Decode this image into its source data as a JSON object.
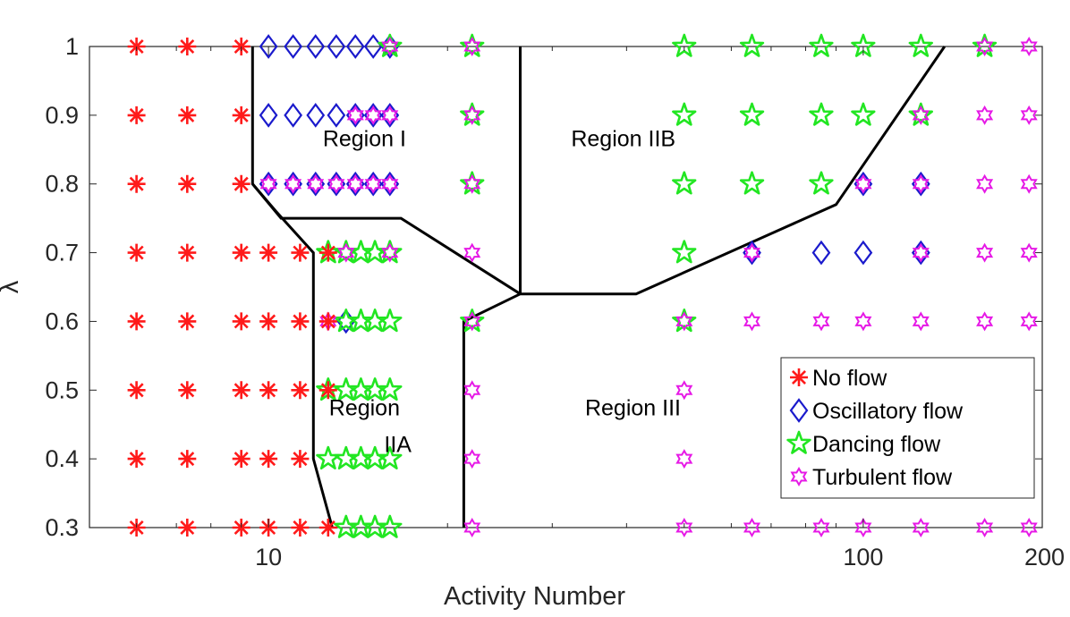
{
  "chart_data": {
    "type": "scatter",
    "title": "",
    "xlabel": "Activity Number",
    "ylabel": "λ",
    "xscale": "log",
    "xlim": [
      5,
      200
    ],
    "ylim": [
      0.3,
      1.0
    ],
    "xticks": [
      10,
      100,
      200
    ],
    "xtick_labels": [
      "10",
      "100",
      "200"
    ],
    "yticks": [
      0.3,
      0.4,
      0.5,
      0.6,
      0.7,
      0.8,
      0.9,
      1.0
    ],
    "ytick_labels": [
      "0.3",
      "0.4",
      "0.5",
      "0.6",
      "0.7",
      "0.8",
      "0.9",
      "1"
    ],
    "grid": false,
    "legend_position": "bottom-right",
    "colors": {
      "no_flow": "#ff1a1a",
      "oscillatory": "#1a1acc",
      "dancing": "#22e622",
      "turbulent": "#e619e6",
      "boundary": "#000000",
      "axis": "#262626"
    },
    "series": [
      {
        "name": "No flow",
        "marker": "asterisk",
        "points": [
          [
            6,
            1.0
          ],
          [
            7.3,
            1.0
          ],
          [
            9,
            1.0
          ],
          [
            6,
            0.9
          ],
          [
            7.3,
            0.9
          ],
          [
            9,
            0.9
          ],
          [
            6,
            0.8
          ],
          [
            7.3,
            0.8
          ],
          [
            9,
            0.8
          ],
          [
            6,
            0.7
          ],
          [
            7.3,
            0.7
          ],
          [
            9,
            0.7
          ],
          [
            10,
            0.7
          ],
          [
            11.3,
            0.7
          ],
          [
            12.6,
            0.7
          ],
          [
            6,
            0.6
          ],
          [
            7.3,
            0.6
          ],
          [
            9,
            0.6
          ],
          [
            10,
            0.6
          ],
          [
            11.3,
            0.6
          ],
          [
            12.6,
            0.6
          ],
          [
            6,
            0.5
          ],
          [
            7.3,
            0.5
          ],
          [
            9,
            0.5
          ],
          [
            10,
            0.5
          ],
          [
            11.3,
            0.5
          ],
          [
            12.6,
            0.5
          ],
          [
            6,
            0.4
          ],
          [
            7.3,
            0.4
          ],
          [
            9,
            0.4
          ],
          [
            10,
            0.4
          ],
          [
            11.3,
            0.4
          ],
          [
            6,
            0.3
          ],
          [
            7.3,
            0.3
          ],
          [
            9,
            0.3
          ],
          [
            10,
            0.3
          ],
          [
            11.3,
            0.3
          ],
          [
            12.6,
            0.3
          ]
        ]
      },
      {
        "name": "Oscillatory flow",
        "marker": "diamond",
        "points": [
          [
            10,
            1.0
          ],
          [
            11,
            1.0
          ],
          [
            12,
            1.0
          ],
          [
            13,
            1.0
          ],
          [
            14,
            1.0
          ],
          [
            15,
            1.0
          ],
          [
            16,
            1.0
          ],
          [
            10,
            0.9
          ],
          [
            11,
            0.9
          ],
          [
            12,
            0.9
          ],
          [
            13,
            0.9
          ],
          [
            14,
            0.9
          ],
          [
            15,
            0.9
          ],
          [
            16,
            0.9
          ],
          [
            10,
            0.8
          ],
          [
            11,
            0.8
          ],
          [
            12,
            0.8
          ],
          [
            13,
            0.8
          ],
          [
            14,
            0.8
          ],
          [
            15,
            0.8
          ],
          [
            16,
            0.8
          ],
          [
            13.5,
            0.6
          ],
          [
            100,
            0.8
          ],
          [
            125,
            0.8
          ],
          [
            65,
            0.7
          ],
          [
            85,
            0.7
          ],
          [
            100,
            0.7
          ],
          [
            125,
            0.7
          ]
        ]
      },
      {
        "name": "Dancing flow",
        "marker": "pentagram",
        "points": [
          [
            16,
            1.0
          ],
          [
            22,
            1.0
          ],
          [
            50,
            1.0
          ],
          [
            65,
            1.0
          ],
          [
            85,
            1.0
          ],
          [
            100,
            1.0
          ],
          [
            125,
            1.0
          ],
          [
            160,
            1.0
          ],
          [
            22,
            0.9
          ],
          [
            50,
            0.9
          ],
          [
            65,
            0.9
          ],
          [
            85,
            0.9
          ],
          [
            100,
            0.9
          ],
          [
            125,
            0.9
          ],
          [
            22,
            0.8
          ],
          [
            50,
            0.8
          ],
          [
            65,
            0.8
          ],
          [
            85,
            0.8
          ],
          [
            12.6,
            0.7
          ],
          [
            13.5,
            0.7
          ],
          [
            14.3,
            0.7
          ],
          [
            15.1,
            0.7
          ],
          [
            16,
            0.7
          ],
          [
            50,
            0.7
          ],
          [
            13.5,
            0.6
          ],
          [
            14.3,
            0.6
          ],
          [
            15.1,
            0.6
          ],
          [
            16,
            0.6
          ],
          [
            22,
            0.6
          ],
          [
            50,
            0.6
          ],
          [
            12.6,
            0.5
          ],
          [
            13.5,
            0.5
          ],
          [
            14.3,
            0.5
          ],
          [
            15.1,
            0.5
          ],
          [
            16,
            0.5
          ],
          [
            12.6,
            0.4
          ],
          [
            13.5,
            0.4
          ],
          [
            14.3,
            0.4
          ],
          [
            15.1,
            0.4
          ],
          [
            16,
            0.4
          ],
          [
            13.5,
            0.3
          ],
          [
            14.3,
            0.3
          ],
          [
            15.1,
            0.3
          ],
          [
            16,
            0.3
          ]
        ]
      },
      {
        "name": "Turbulent flow",
        "marker": "hexagram",
        "points": [
          [
            16,
            1.0
          ],
          [
            22,
            1.0
          ],
          [
            160,
            1.0
          ],
          [
            190,
            1.0
          ],
          [
            14,
            0.9
          ],
          [
            15,
            0.9
          ],
          [
            16,
            0.9
          ],
          [
            22,
            0.9
          ],
          [
            125,
            0.9
          ],
          [
            160,
            0.9
          ],
          [
            190,
            0.9
          ],
          [
            10,
            0.8
          ],
          [
            11,
            0.8
          ],
          [
            12,
            0.8
          ],
          [
            13,
            0.8
          ],
          [
            14,
            0.8
          ],
          [
            15,
            0.8
          ],
          [
            16,
            0.8
          ],
          [
            22,
            0.8
          ],
          [
            100,
            0.8
          ],
          [
            125,
            0.8
          ],
          [
            160,
            0.8
          ],
          [
            190,
            0.8
          ],
          [
            13.5,
            0.7
          ],
          [
            16,
            0.7
          ],
          [
            22,
            0.7
          ],
          [
            65,
            0.7
          ],
          [
            125,
            0.7
          ],
          [
            160,
            0.7
          ],
          [
            190,
            0.7
          ],
          [
            12.6,
            0.6
          ],
          [
            22,
            0.6
          ],
          [
            50,
            0.6
          ],
          [
            65,
            0.6
          ],
          [
            85,
            0.6
          ],
          [
            100,
            0.6
          ],
          [
            125,
            0.6
          ],
          [
            160,
            0.6
          ],
          [
            190,
            0.6
          ],
          [
            22,
            0.5
          ],
          [
            50,
            0.5
          ],
          [
            22,
            0.4
          ],
          [
            50,
            0.4
          ],
          [
            22,
            0.3
          ],
          [
            50,
            0.3
          ],
          [
            65,
            0.3
          ],
          [
            85,
            0.3
          ],
          [
            100,
            0.3
          ],
          [
            125,
            0.3
          ],
          [
            160,
            0.3
          ],
          [
            190,
            0.3
          ]
        ]
      }
    ],
    "boundaries": [
      [
        [
          9.4,
          1.0
        ],
        [
          9.4,
          0.8
        ],
        [
          10.5,
          0.75
        ],
        [
          16.7,
          0.75
        ],
        [
          26.5,
          0.64
        ]
      ],
      [
        [
          9.4,
          0.8
        ],
        [
          10.3,
          0.76
        ],
        [
          11.9,
          0.7
        ],
        [
          11.9,
          0.4
        ],
        [
          12.8,
          0.3
        ]
      ],
      [
        [
          26.5,
          1.0
        ],
        [
          26.5,
          0.64
        ]
      ],
      [
        [
          21.3,
          0.3
        ],
        [
          21.3,
          0.6
        ],
        [
          26.5,
          0.64
        ],
        [
          41.5,
          0.64
        ],
        [
          90,
          0.77
        ],
        [
          137,
          1.0
        ]
      ]
    ],
    "annotations": [
      {
        "text": "Region I",
        "x": 14.5,
        "y": 0.855
      },
      {
        "text": "Region IIB",
        "x": 39.5,
        "y": 0.855
      },
      {
        "text": "Region",
        "x": 14.5,
        "y": 0.463
      },
      {
        "text": "IIA",
        "x": 16.5,
        "y": 0.41
      },
      {
        "text": "Region III",
        "x": 41,
        "y": 0.463
      }
    ]
  }
}
